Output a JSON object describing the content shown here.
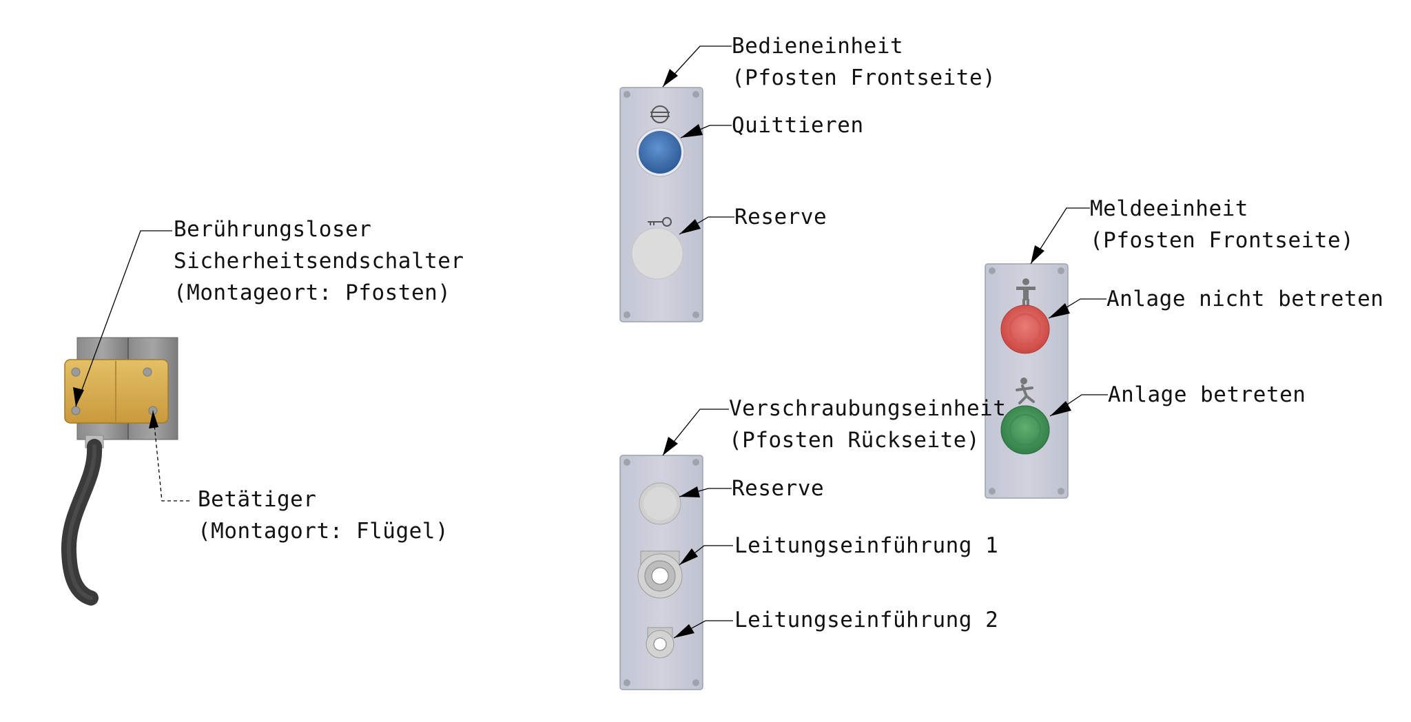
{
  "colors": {
    "plate": "#c9ccd8",
    "plate_edge": "#9da1b0",
    "button_blue": "#3f73b5",
    "button_red": "#e05a55",
    "button_green": "#4a9a5c",
    "button_white": "#dedede",
    "brass": "#d8ae52",
    "cable": "#3a3a3a",
    "leader": "#000000"
  },
  "icons": {
    "quittieren_symbol": "reset-icon",
    "reserve_symbol": "key-icon",
    "stop_symbol": "standing-person-icon",
    "go_symbol": "walking-person-icon"
  },
  "labels": {
    "switch": {
      "line1": "Berührungsloser",
      "line2": "Sicherheitsendschalter",
      "line3": "(Montageort: Pfosten)"
    },
    "actuator": {
      "line1": "Betätiger",
      "line2": "(Montagort: Flügel)"
    },
    "bedieneinheit": {
      "line1": "Bedieneinheit",
      "line2": "(Pfosten Frontseite)"
    },
    "quittieren": "Quittieren",
    "reserve_top": "Reserve",
    "verschraubung": {
      "line1": "Verschraubungseinheit",
      "line2": "(Pfosten Rückseite)"
    },
    "reserve_bottom": "Reserve",
    "leitung1": "Leitungseinführung 1",
    "leitung2": "Leitungseinführung 2",
    "meldeeinheit": {
      "line1": "Meldeeinheit",
      "line2": "(Pfosten Frontseite)"
    },
    "nicht_betreten": "Anlage nicht betreten",
    "betreten": "Anlage betreten"
  }
}
